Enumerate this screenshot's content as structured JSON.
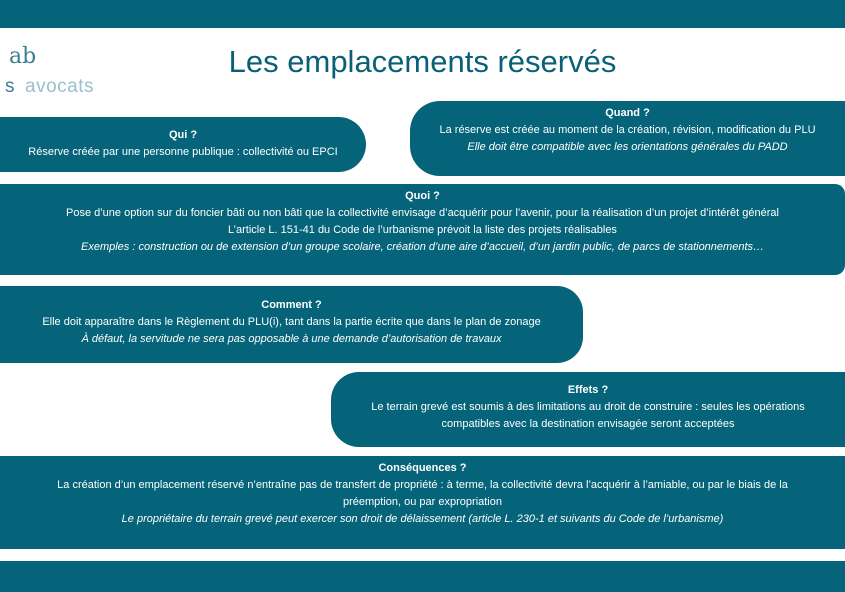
{
  "header": {
    "title": "Les emplacements réservés"
  },
  "logo": {
    "mark": "ab",
    "prefix": "s",
    "text": "avocats"
  },
  "sections": {
    "qui": {
      "heading": "Qui ?",
      "lines": [
        "Réserve créée par une personne publique : collectivité ou EPCI"
      ]
    },
    "quand": {
      "heading": "Quand ?",
      "lines": [
        "La réserve est créée au moment de la création, révision, modification du PLU"
      ],
      "italic": "Elle doit être compatible avec les orientations générales du PADD"
    },
    "quoi": {
      "heading": "Quoi ?",
      "lines": [
        "Pose d’une option sur du foncier bâti ou non bâti que la collectivité envisage d’acquérir pour l’avenir, pour la réalisation d’un projet d’intérêt général",
        "L’article L. 151-41 du Code de l’urbanisme prévoit la liste des projets réalisables"
      ],
      "italic": "Exemples :  construction ou de extension d’un groupe scolaire, création d’une aire d’accueil, d’un jardin public, de parcs de stationnements…"
    },
    "comment": {
      "heading": "Comment ?",
      "lines": [
        "Elle doit apparaître dans le Règlement du PLU(i), tant dans la partie écrite que dans le plan de zonage"
      ],
      "italic": "À défaut, la servitude ne sera pas opposable à une demande d’autorisation de travaux"
    },
    "effets": {
      "heading": "Effets ?",
      "lines": [
        "Le terrain grevé est soumis à des limitations au droit de construire : seules les opérations",
        "compatibles avec la destination envisagée seront acceptées"
      ]
    },
    "consequences": {
      "heading": "Conséquences ?",
      "lines": [
        "La création d’un emplacement réservé n’entraîne pas de transfert de propriété : à terme, la collectivité devra l’acquérir à l’amiable, ou par le biais de la",
        "préemption, ou par expropriation"
      ],
      "italic": "Le propriétaire du terrain grevé peut exercer son droit de délaissement (article L. 230-1 et suivants du Code de l’urbanisme)"
    }
  }
}
